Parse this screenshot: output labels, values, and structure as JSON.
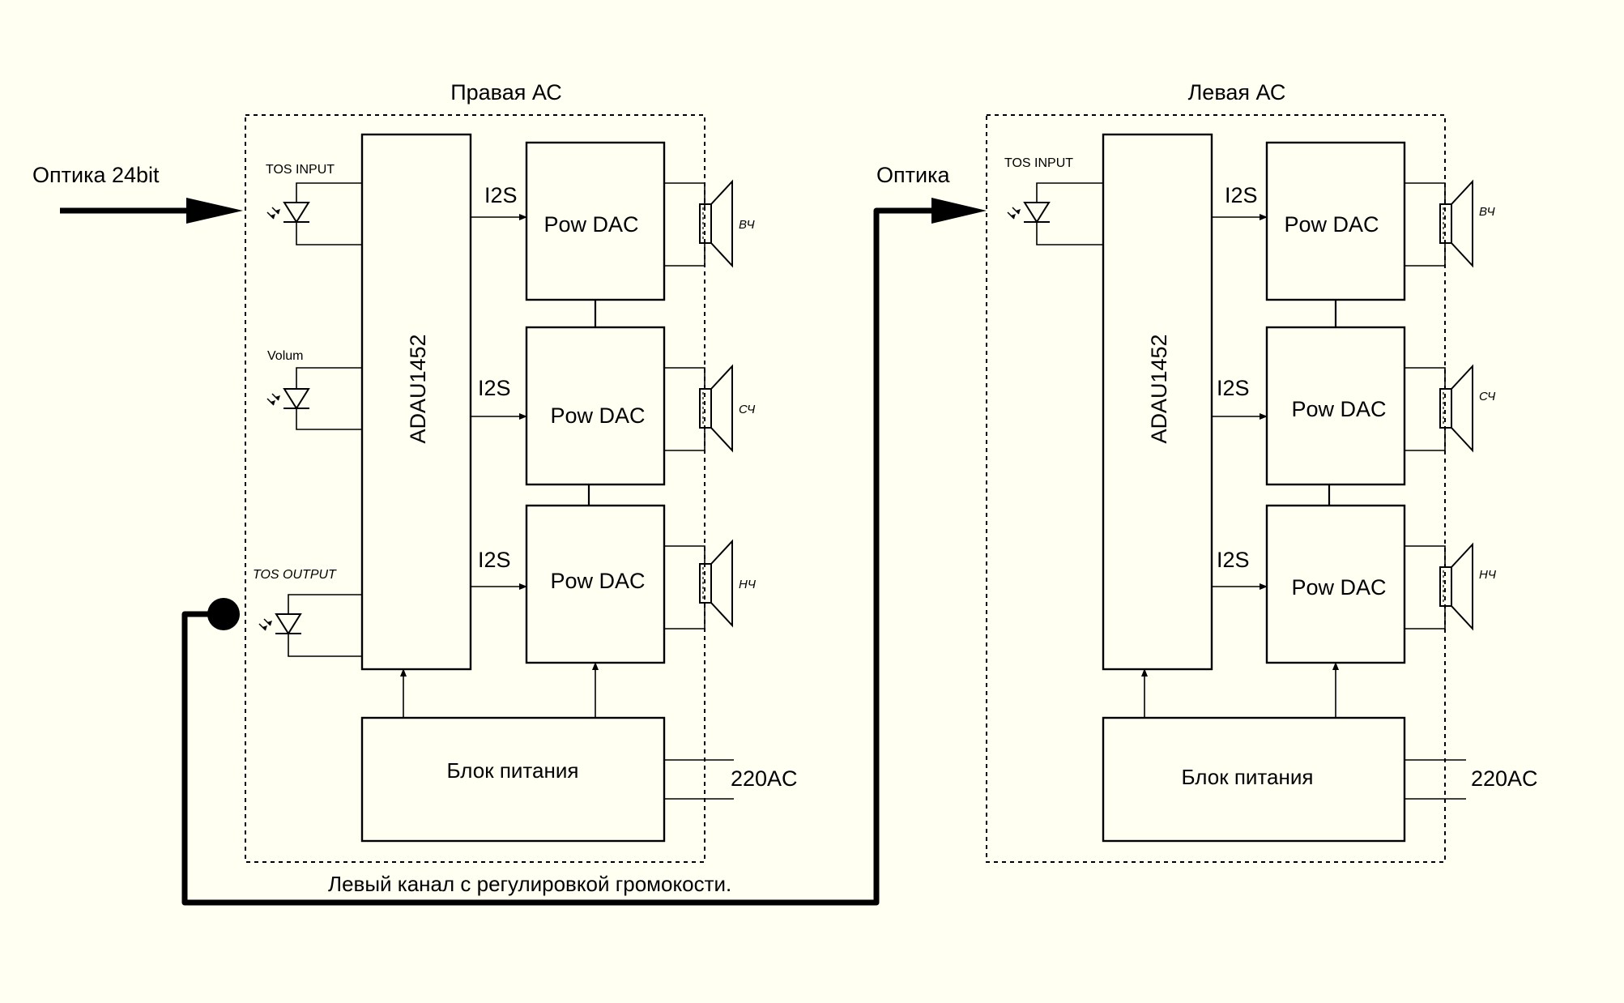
{
  "labels": {
    "right_speaker_title": "Правая АС",
    "left_speaker_title": "Левая АС",
    "input_optics": "Оптика 24bit",
    "link_optics": "Оптика",
    "tos_input": "TOS  INPUT",
    "tos_input_left": "TOS  INPUT",
    "volume": "Volum",
    "tos_output": "TOS  OUTPUT",
    "dsp": "ADAU1452",
    "i2s": "I2S",
    "amp": "Pow DAC",
    "psu": "Блок питания",
    "mains": "220AC",
    "band_high": "ВЧ",
    "band_mid": "СЧ",
    "band_low": "НЧ",
    "cable_caption": "Левый канал с регулировкой громокости."
  }
}
